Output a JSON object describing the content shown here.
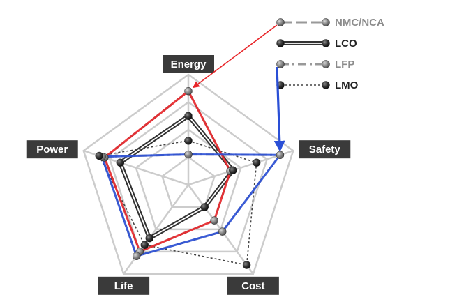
{
  "chart_data": {
    "type": "radar",
    "axes": [
      "Energy",
      "Safety",
      "Cost",
      "Life",
      "Power"
    ],
    "scale": {
      "min": 0,
      "max": 4,
      "rings": 4
    },
    "grid": true,
    "legend_position": "top-right",
    "series": [
      {
        "name": "NMC/NCA",
        "values": [
          3.4,
          1.6,
          1.6,
          3.0,
          3.2
        ],
        "color": "#999999",
        "dash": "long-dash"
      },
      {
        "name": "LCO",
        "values": [
          2.5,
          1.7,
          1.0,
          2.4,
          2.6
        ],
        "color": "#333333",
        "dash": "double"
      },
      {
        "name": "LFP",
        "values": [
          1.1,
          3.5,
          2.1,
          3.2,
          3.3
        ],
        "color": "#999999",
        "dash": "dash-dot"
      },
      {
        "name": "LMO",
        "values": [
          1.6,
          2.6,
          3.6,
          2.7,
          3.4
        ],
        "color": "#444444",
        "dash": "dotted"
      }
    ],
    "highlights": [
      {
        "series": "NMC/NCA",
        "color": "#e8262a"
      },
      {
        "series": "LFP",
        "color": "#2a4fd6"
      }
    ]
  },
  "colors": {
    "grid": "#cccccc",
    "label_bg": "#3a3a3a",
    "legend_text": "#8c8c8c",
    "legend_text_dark": "#222222"
  }
}
